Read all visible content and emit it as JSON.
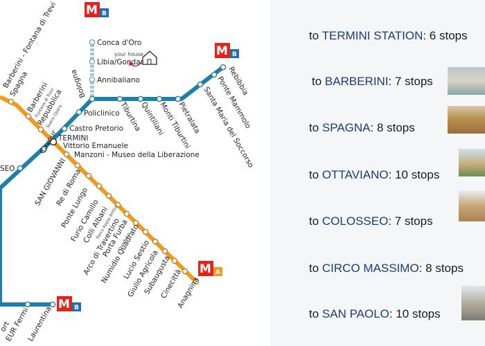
{
  "map": {
    "line_badges": {
      "b_top": {
        "m": "M",
        "letter": "B"
      },
      "b_right": {
        "m": "M",
        "letter": "B"
      },
      "a": {
        "m": "M",
        "letter": "A"
      },
      "b_bottom": {
        "m": "M",
        "letter": "B"
      }
    },
    "stations": {
      "fontana_trevi": "Barberini - Fontana di Trevi",
      "spagna": "Spagna",
      "barberini": "Barberini",
      "barberini_sub": "Fontana di Trevi",
      "repubblica": "Repubblica",
      "repubblica_sub": "Teatro Opera",
      "bologna": "Bologna",
      "conca_doro": "Conca d'Oro",
      "libia": "Libia/Gondar",
      "your_house": "your house",
      "annibaliano": "Annibaliano",
      "policlinico": "Policlinico",
      "castro_pretorio": "Castro Pretorio",
      "termini": "TERMINI",
      "vittorio": "Vittorio Emanuele",
      "manzoni": "Manzoni - Museo della Liberazione",
      "tiburtina": "Tiburtina",
      "quintiliani": "Quintiliani",
      "monti_tiburtini": "Monti Tiburtini",
      "pietralata": "Pietralata",
      "santa_maria": "Santa Maria del Soccorso",
      "ponte_mammolo": "Ponte Mammolo",
      "rebibbia": "Rebibbia",
      "colosseo_partial": "SEO",
      "cavour": "Cavour",
      "san_giovanni": "SAN GIOVANNI",
      "re_di_roma": "Re di Roma",
      "ponte_lungo": "Ponte Lungo",
      "furio_camillo": "Furio Camillo",
      "colli_albani": "Colli Albani",
      "colli_albani_sub": "Parco Appia Antica",
      "arco_travertino": "Arco di Travertino",
      "porta_furba": "Porta Furba",
      "porta_furba_sub": "Quadraro",
      "numidio_quadrato": "Numidio Quadrato",
      "lucio_sestio": "Lucio Sestio",
      "giulio_agricola": "Giulio Agricola",
      "subaugusta": "Subaugusta",
      "cinecitta": "Cinecittà",
      "anagnina": "Anagnina",
      "eur_fermi": "EUR Fermi",
      "laurentina": "Laurentina",
      "ort_partial": "ort"
    }
  },
  "routes": [
    {
      "prefix": "to ",
      "dest": "TERMINI STATION",
      "suffix": ": 6 stops"
    },
    {
      "prefix": "to ",
      "dest": "BARBERINI",
      "suffix": ": 7 stops"
    },
    {
      "prefix": "to ",
      "dest": "SPAGNA",
      "suffix": ":  8 stops"
    },
    {
      "prefix": "to ",
      "dest": "OTTAVIANO",
      "suffix": ": 10 stops"
    },
    {
      "prefix": "to ",
      "dest": "COLOSSEO",
      "suffix": ": 7 stops"
    },
    {
      "prefix": "to ",
      "dest": "CIRCO MASSIMO",
      "suffix": ": 8 stops"
    },
    {
      "prefix": "to ",
      "dest": "SAN PAOLO",
      "suffix": ": 10 stops"
    }
  ],
  "colors": {
    "line_b": "#1f7fa6",
    "line_a": "#f39a1e",
    "line_b1": "#a8c4dd",
    "metro_red": "#e2231a",
    "metro_blue": "#1e6fb8",
    "dest_text": "#1e3a78"
  }
}
